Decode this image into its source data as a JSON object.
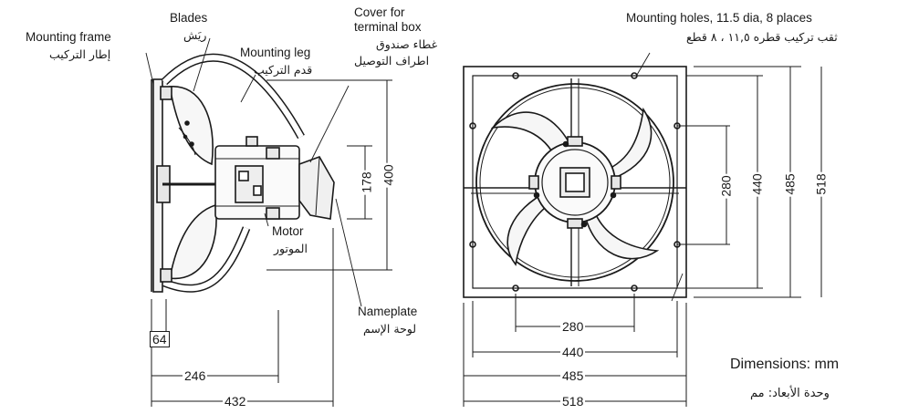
{
  "labels": {
    "blades_en": "Blades",
    "blades_ar": "ريَش",
    "mounting_frame_en": "Mounting frame",
    "mounting_frame_ar": "إطار التركيب",
    "mounting_leg_en": "Mounting leg",
    "mounting_leg_ar": "قدم التركيب",
    "cover_en_line1": "Cover for",
    "cover_en_line2": "terminal box",
    "cover_ar_line1": "غطاء صندوق",
    "cover_ar_line2": "اطراف التوصيل",
    "motor_en": "Motor",
    "motor_ar": "الموتور",
    "nameplate_en": "Nameplate",
    "nameplate_ar": "لوحة الإسم",
    "holes_en": "Mounting holes, 11.5 dia, 8 places",
    "holes_ar": "ثقب تركيب قطره ١١,٥ ، ٨ قطع",
    "units_en": "Dimensions: mm",
    "units_ar": "وحدة الأبعاد: مم"
  },
  "side_view_dims": {
    "d64": "64",
    "d246": "246",
    "d432": "432",
    "d178": "178",
    "d400": "400"
  },
  "front_view_dims": {
    "h280": "280",
    "h440": "440",
    "h485": "485",
    "h518": "518",
    "v280": "280",
    "v440": "440",
    "v485": "485",
    "v518": "518"
  }
}
